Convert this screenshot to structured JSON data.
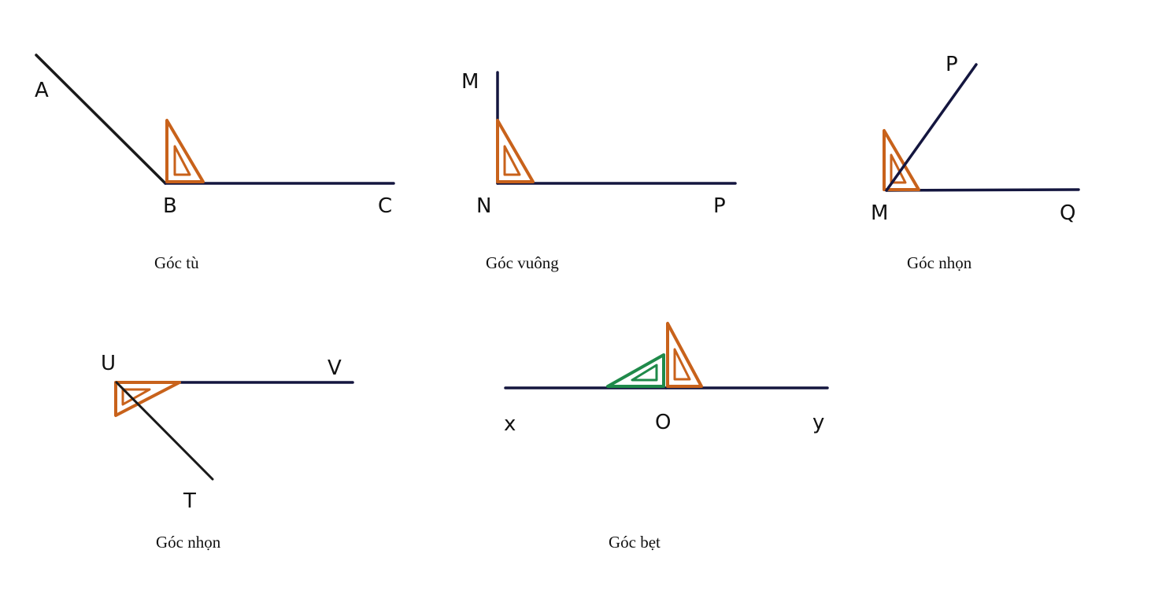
{
  "colors": {
    "ray": "#14163f",
    "ray_dark": "#1a1a1a",
    "square_orange": "#c8621b",
    "square_green": "#1f8a4a",
    "text": "#111111"
  },
  "diagrams": [
    {
      "caption": "Góc tù",
      "points": {
        "a": "A",
        "b": "B",
        "c": "C"
      }
    },
    {
      "caption": "Góc vuông",
      "points": {
        "m": "M",
        "n": "N",
        "p": "P"
      }
    },
    {
      "caption": "Góc nhọn",
      "points": {
        "p": "P",
        "m": "M",
        "q": "Q"
      }
    },
    {
      "caption": "Góc nhọn",
      "points": {
        "u": "U",
        "v": "V",
        "t": "T"
      }
    },
    {
      "caption": "Góc bẹt",
      "points": {
        "x": "x",
        "o": "O",
        "y": "y"
      }
    }
  ]
}
